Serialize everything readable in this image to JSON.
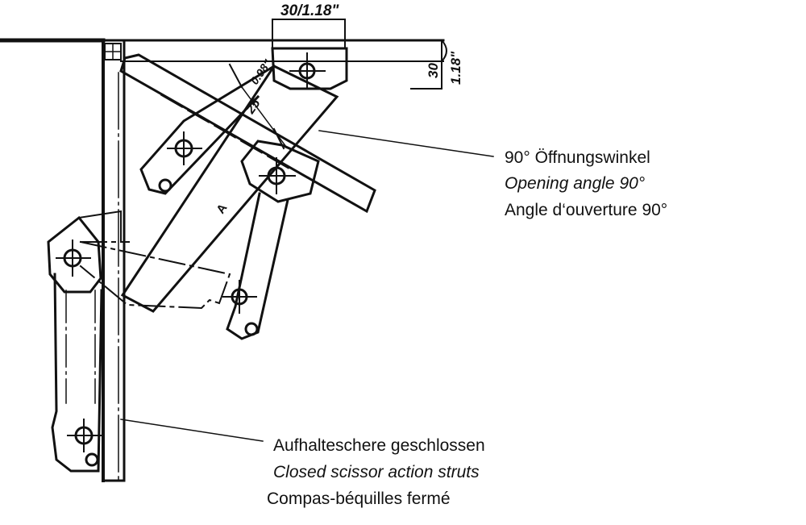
{
  "dimensions": {
    "top": "30/1.18\"",
    "side_a": "30",
    "side_b": "1.18\"",
    "offset_a": "25",
    "offset_b": "0.98\"",
    "strut_label": "A"
  },
  "callouts": {
    "opening_angle": {
      "de": "90° Öffnungswinkel",
      "en": "Opening angle 90°",
      "fr": "Angle d‘ouverture 90°"
    },
    "closed_struts": {
      "de": "Aufhalteschere geschlossen",
      "en": "Closed scissor action struts",
      "fr": "Compas-béquilles fermé"
    }
  }
}
